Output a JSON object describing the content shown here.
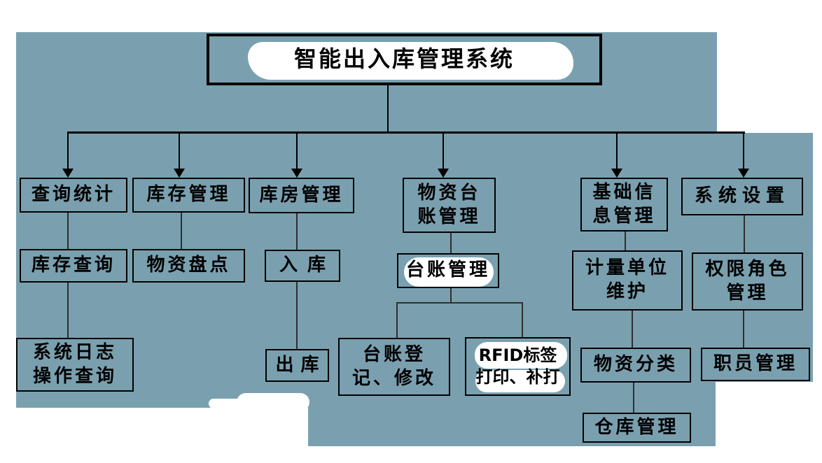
{
  "diagram": {
    "type": "org-chart",
    "title": "智能出入库管理系统",
    "colors": {
      "page": "#ffffff",
      "panel": "#7aa0af",
      "box_border": "#000000",
      "line": "#2f2f2f",
      "text": "#000000",
      "highlight": "#ffffff"
    },
    "nodes": {
      "root": "智能出入库管理系统",
      "query_stats": "查询统计",
      "inventory_mgmt": "库存管理",
      "storeroom_mgmt": "库房管理",
      "material_ledger_mgmt": "物资台\n账管理",
      "basic_info_mgmt": "基础信\n息管理",
      "system_settings": "系统设置",
      "inventory_query": "库存查询",
      "material_stocktaking": "物资盘点",
      "inbound": "入库",
      "ledger_mgmt": "台账管理",
      "measure_unit_maint": "计量单位\n维护",
      "permission_role_mgmt": "权限角色\n管理",
      "system_log_query": "系统日志\n操作查询",
      "outbound": "出库",
      "ledger_register_modify": "台账登\n记、修改",
      "rfid_label_print": "RFID标签\n打印、补打",
      "material_classify": "物资分类",
      "staff_mgmt": "职员管理",
      "warehouse_mgmt": "仓库管理"
    },
    "edges": [
      [
        "智能出入库管理系统",
        "查询统计"
      ],
      [
        "智能出入库管理系统",
        "库存管理"
      ],
      [
        "智能出入库管理系统",
        "库房管理"
      ],
      [
        "智能出入库管理系统",
        "物资台账管理"
      ],
      [
        "智能出入库管理系统",
        "基础信息管理"
      ],
      [
        "智能出入库管理系统",
        "系统设置"
      ],
      [
        "查询统计",
        "库存查询"
      ],
      [
        "库存查询",
        "系统日志操作查询"
      ],
      [
        "库存管理",
        "物资盘点"
      ],
      [
        "库房管理",
        "入库"
      ],
      [
        "入库",
        "出库"
      ],
      [
        "物资台账管理",
        "台账管理"
      ],
      [
        "台账管理",
        "台账登记、修改"
      ],
      [
        "台账管理",
        "RFID标签打印、补打"
      ],
      [
        "基础信息管理",
        "计量单位维护"
      ],
      [
        "计量单位维护",
        "物资分类"
      ],
      [
        "物资分类",
        "仓库管理"
      ],
      [
        "系统设置",
        "权限角色管理"
      ],
      [
        "权限角色管理",
        "职员管理"
      ]
    ]
  }
}
